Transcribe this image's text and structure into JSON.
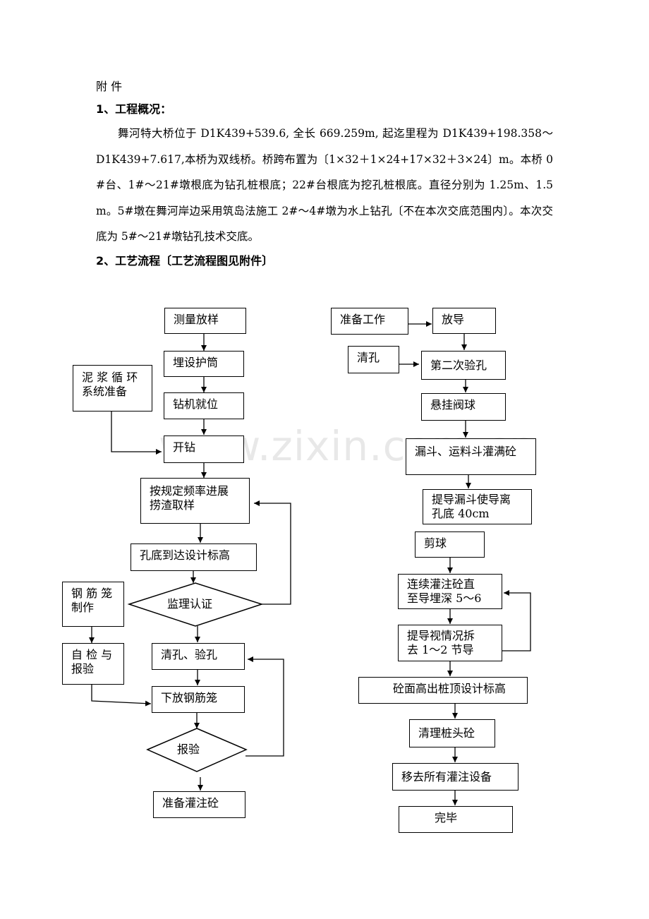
{
  "doc": {
    "annex_label": "附 件",
    "section1_heading": "1、工程概况：",
    "section1_paragraph": "舞河特大桥位于 D1K439+539.6, 全长 669.259m, 起迄里程为 D1K439+198.358～D1K439+7.617,本桥为双线桥。桥跨布置为〔1×32＋1×24+17×32＋3×24〕m。本桥 0#台、1#～21#墩根底为钻孔桩根底；22#台根底为挖孔桩根底。直径分别为 1.25m、1.5m。5#墩在舞河岸边采用筑岛法施工 2#～4#墩为水上钻孔〔不在本次交底范围内〕。本次交底为 5#～21#墩钻孔技术交底。",
    "section2_heading": "2、工艺流程〔工艺流程图见附件〕"
  },
  "flow_left": {
    "survey": "测量放样",
    "casing": "埋设护筒",
    "mud_line1": "泥 浆 循 环",
    "mud_line2": "系统准备",
    "rig": "钻机就位",
    "drill": "开钻",
    "sample_line1": "按规定频率进展",
    "sample_line2": "捞渣取样",
    "bottom": "孔底到达设计标高",
    "supervise": "监理认证",
    "cage_make_line1": "钢 筋 笼",
    "cage_make_line2": "制作",
    "selfcheck_line1": "自 检 与",
    "selfcheck_line2": "报验",
    "clean_check": "清孔、验孔",
    "lower_cage": "下放钢筋笼",
    "report": "报验",
    "prepare_pour": "准备灌注砼"
  },
  "flow_right": {
    "prep": "准备工作",
    "place_pipe": "放导",
    "clean": "清孔",
    "second_check": "第二次验孔",
    "hang_ball": "悬挂阀球",
    "fill_hopper": "漏斗、运料斗灌满砼",
    "lift_line1": "提导漏斗使导离",
    "lift_line2": "孔底 40cm",
    "cut_ball": "剪球",
    "cont_line1": "连续灌注砼直",
    "cont_line2": "至导埋深 5～6",
    "remove_line1": "提导视情况拆",
    "remove_line2": "去 1～2 节导",
    "surface": "砼面高出桩顶设计标高",
    "trim_head": "清理桩头砼",
    "remove_equip": "移去所有灌注设备",
    "done": "完毕"
  },
  "watermark": "www.zixin.com.cn"
}
